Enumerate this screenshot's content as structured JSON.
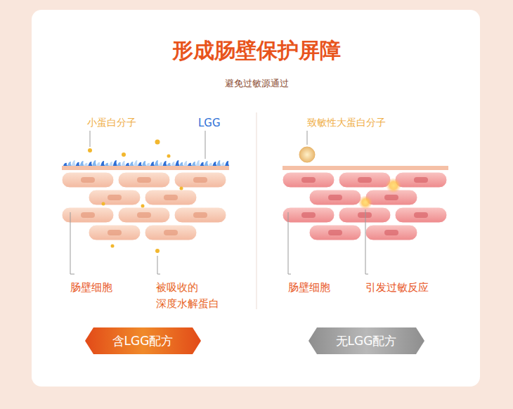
{
  "diagram": {
    "title": "形成肠壁保护屏障",
    "nodes": [
      {
        "text": [
          "含LGG配方"
        ]
      },
      {
        "text": [
          "无LGG配方"
        ]
      }
    ],
    "labels": [
      "避免过敏源通过",
      "小蛋白分子",
      "LGG",
      "肠壁细胞",
      "被吸收的 深度水解蛋白",
      "致敏性大蛋白分子",
      "肠壁细胞",
      "引发过敏反应"
    ]
  }
}
